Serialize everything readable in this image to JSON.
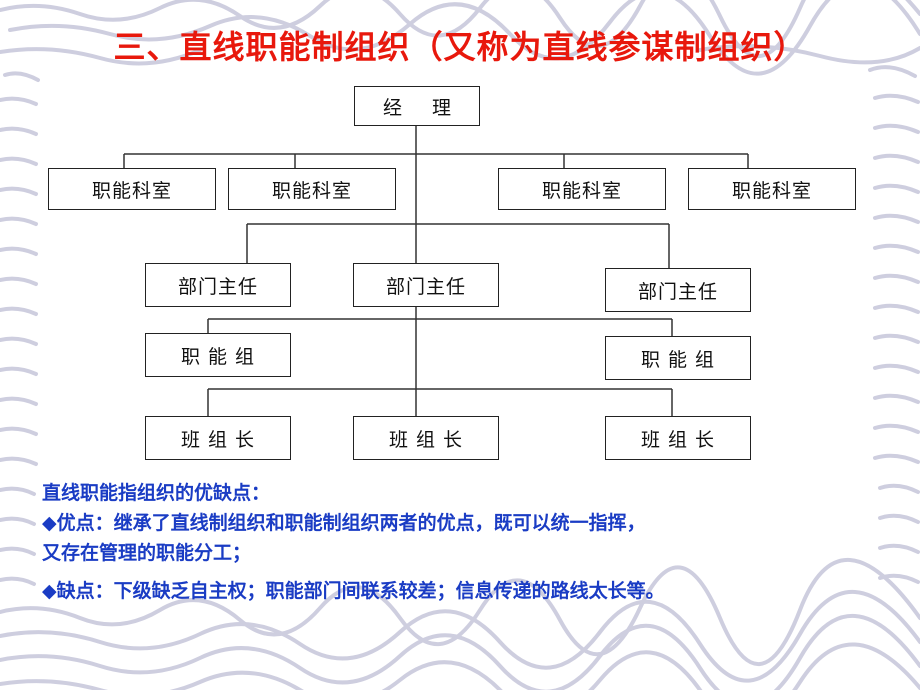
{
  "slide": {
    "title": "三、直线职能制组织（又称为直线参谋制组织）"
  },
  "org_chart": {
    "root": "经 理",
    "functional_departments": [
      "职能科室",
      "职能科室",
      "职能科室",
      "职能科室"
    ],
    "department_heads": [
      "部门主任",
      "部门主任",
      "部门主任"
    ],
    "functional_groups": [
      "职 能 组",
      "职 能 组"
    ],
    "team_leaders": [
      "班 组 长",
      "班 组 长",
      "班 组 长"
    ]
  },
  "notes": {
    "heading": "直线职能指组织的优缺点：",
    "bullet_symbol": "◆",
    "pros_line1": "优点：继承了直线制组织和职能制组织两者的优点，既可以统一指挥，",
    "pros_line2": "又存在管理的职能分工；",
    "cons": "缺点：下级缺乏自主权；职能部门间联系较差；信息传递的路线太长等。"
  },
  "colors": {
    "title": "#e8180c",
    "text": "#1a3cc4",
    "background_stroke": "#c9c9dc"
  }
}
